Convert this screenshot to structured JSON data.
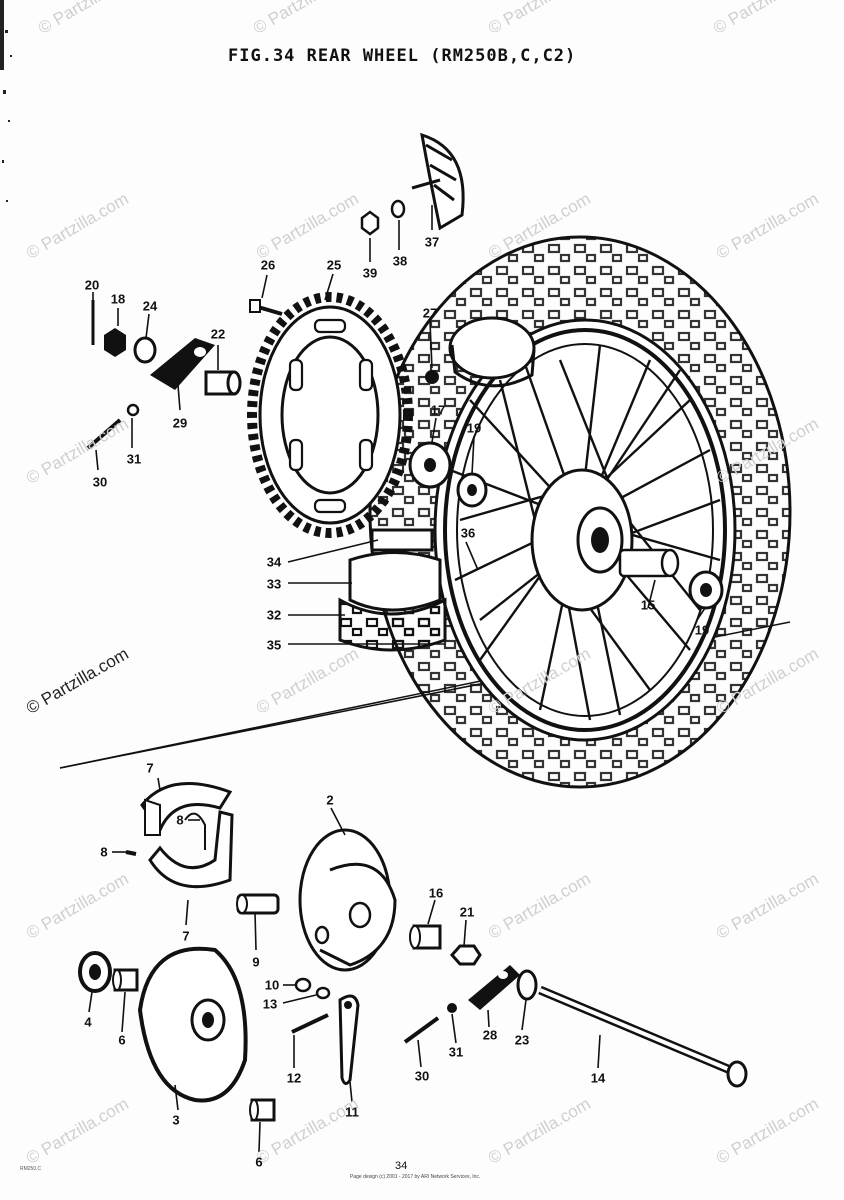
{
  "title": "FIG.34  REAR WHEEL (RM250B,C,C2)",
  "watermark": "© Partzilla.com",
  "page_number": "34",
  "footer_note": "Page design (c) 2001 - 2017 by ARI Network Services, Inc.",
  "corner_code": "RM250.C",
  "parts": {
    "p20": "20",
    "p18": "18",
    "p24": "24",
    "p26": "26",
    "p25": "25",
    "p39": "39",
    "p38": "38",
    "p37": "37",
    "p27": "27",
    "p22": "22",
    "p29": "29",
    "p31a": "31",
    "p30a": "30",
    "p17": "17",
    "p19a": "19",
    "p36": "36",
    "p34": "34",
    "p33": "33",
    "p32": "32",
    "p35": "35",
    "p15": "15",
    "p19b": "19",
    "p7a": "7",
    "p8a": "8",
    "p8b": "8",
    "p7b": "7",
    "p2": "2",
    "p9": "9",
    "p16": "16",
    "p21": "21",
    "p10": "10",
    "p13": "13",
    "p4": "4",
    "p6a": "6",
    "p12": "12",
    "p30b": "30",
    "p31b": "31",
    "p28": "28",
    "p23": "23",
    "p14": "14",
    "p11": "11",
    "p3": "3",
    "p6b": "6"
  }
}
